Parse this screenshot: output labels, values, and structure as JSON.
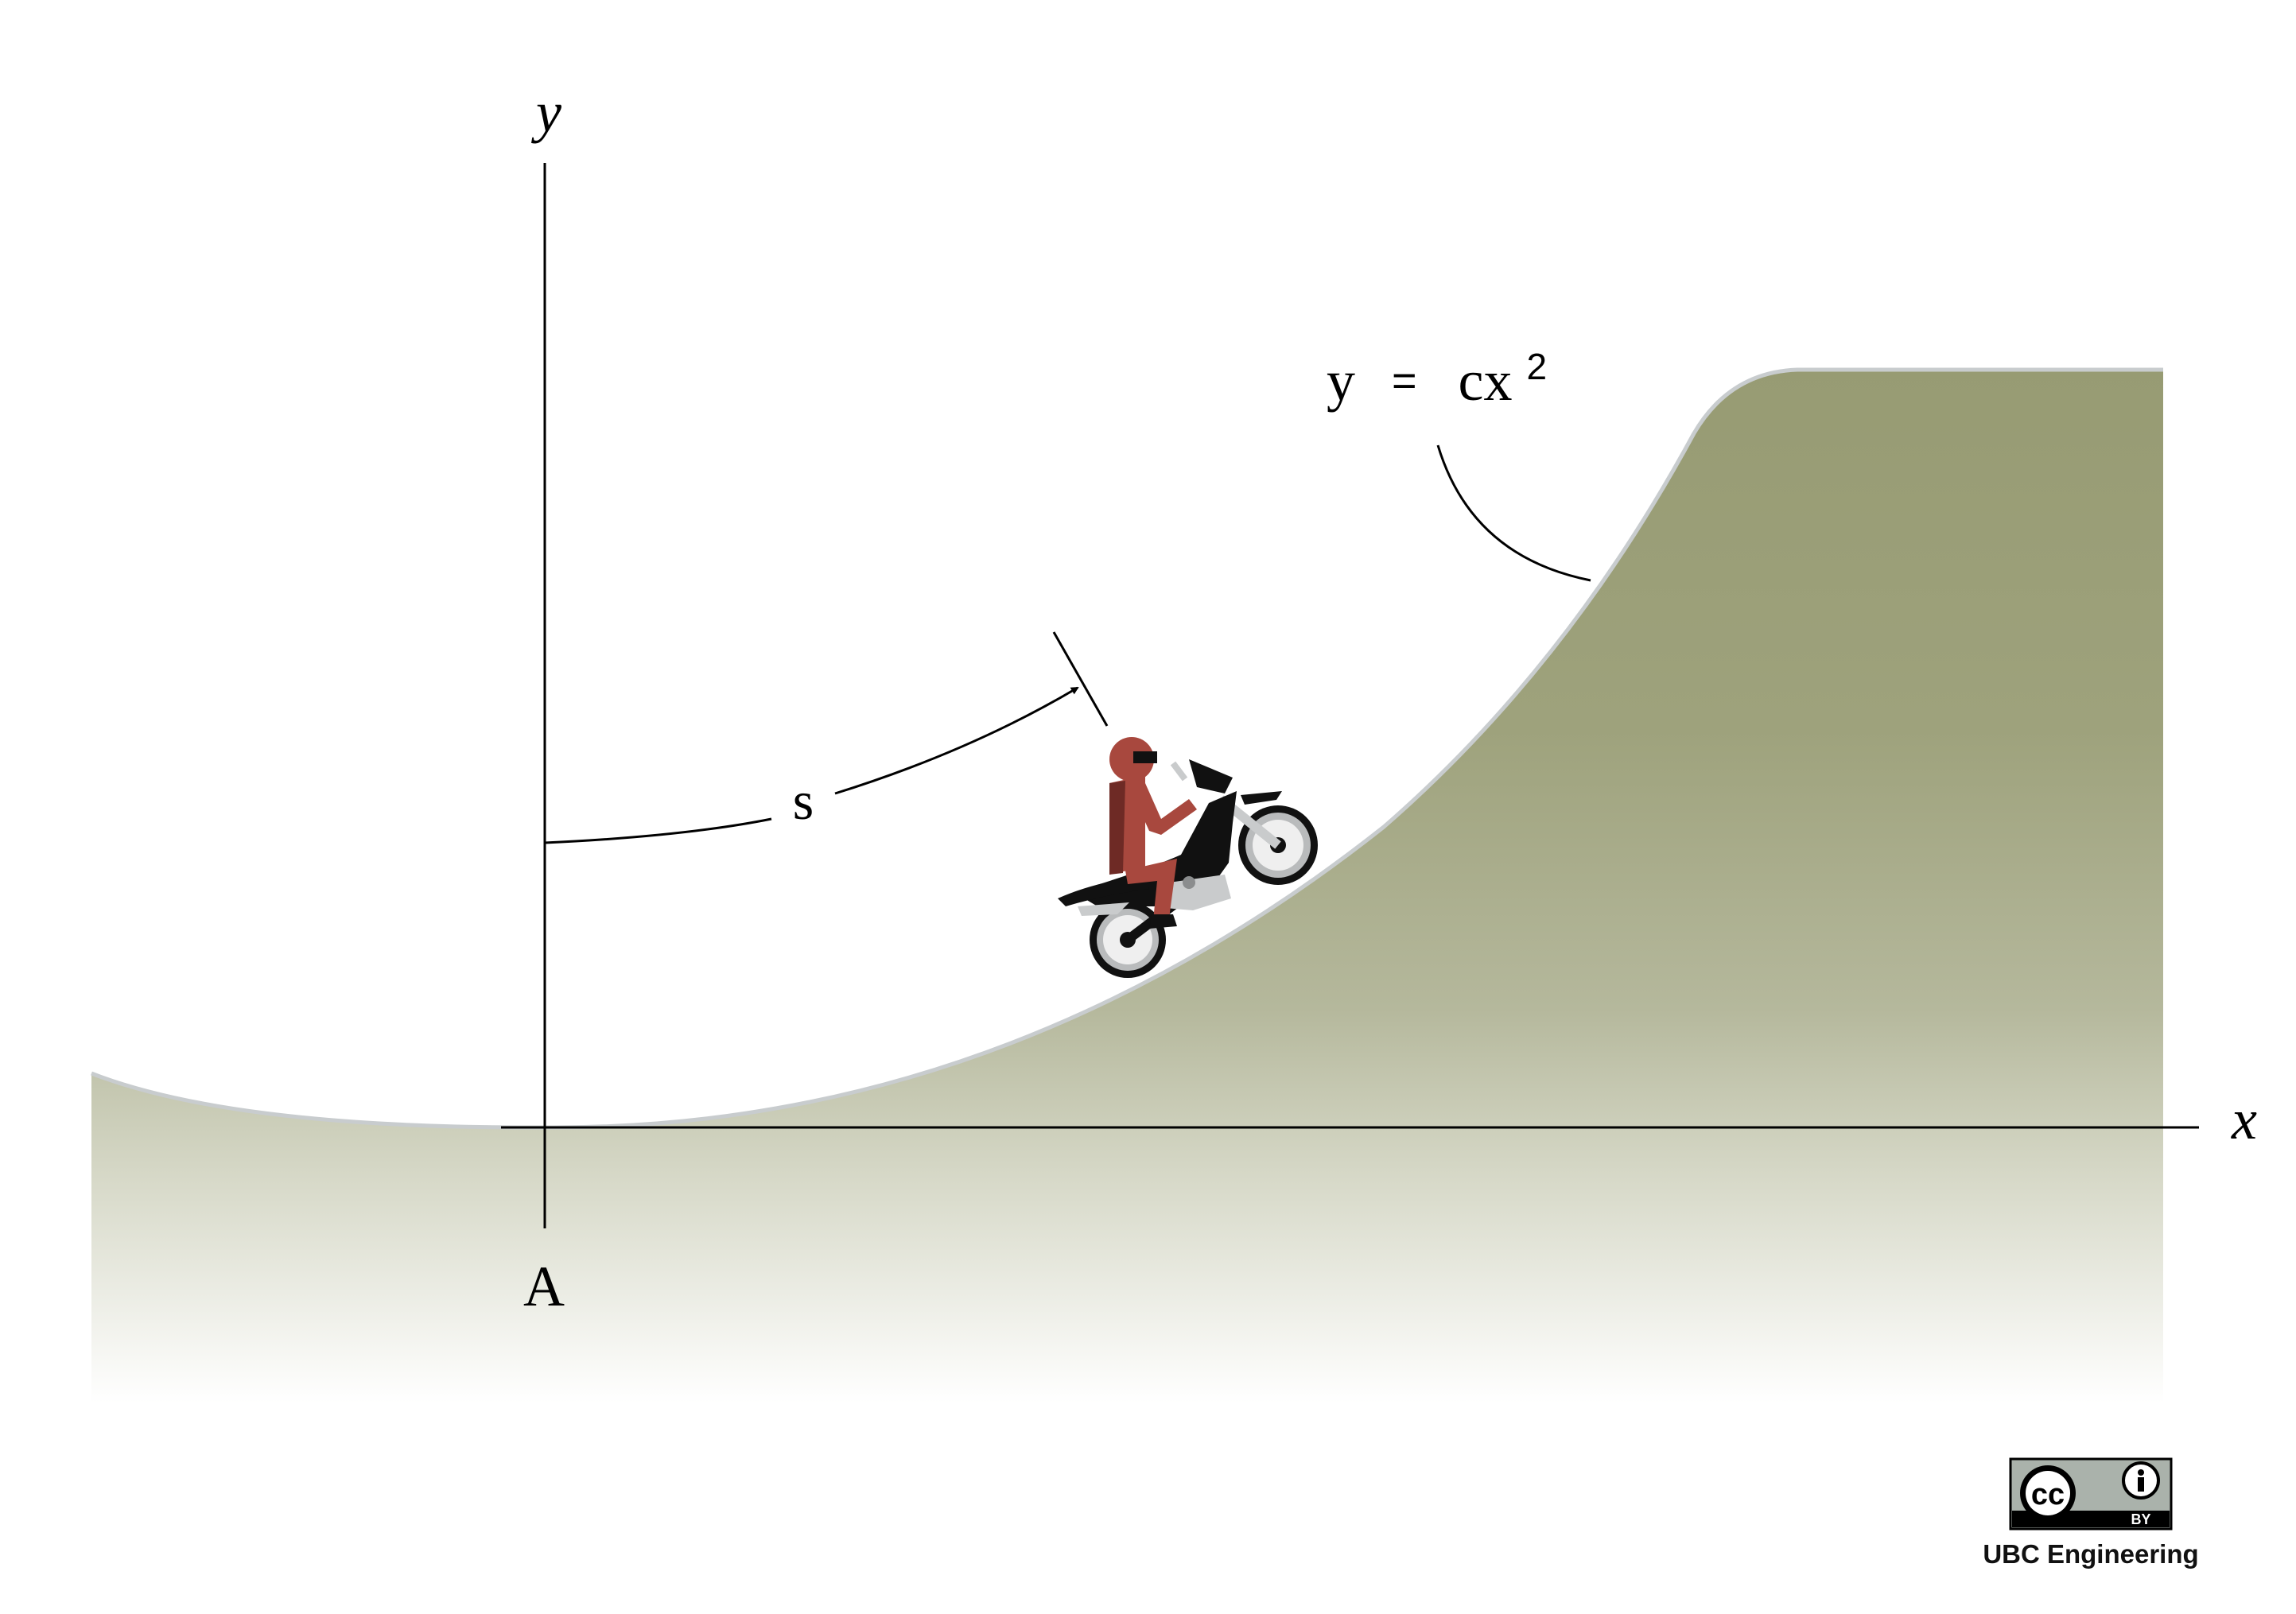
{
  "diagram": {
    "axis_y_label": "y",
    "axis_x_label": "x",
    "origin_label": "A",
    "arc_length_label": "s",
    "curve_equation": {
      "lhs": "y",
      "equals": "=",
      "rhs": "cx",
      "exponent": "2"
    },
    "colors": {
      "ground_top": "#979b73",
      "ground_bottom": "#ffffff",
      "ground_edge": "#c8ccce",
      "rider_suit": "#a8483e",
      "rider_dark": "#6e2a25",
      "bike_body": "#111111",
      "bike_accent": "#c9cbcc"
    }
  },
  "license": {
    "badge_cc": "cc",
    "badge_by": "BY",
    "credit": "UBC Engineering"
  }
}
